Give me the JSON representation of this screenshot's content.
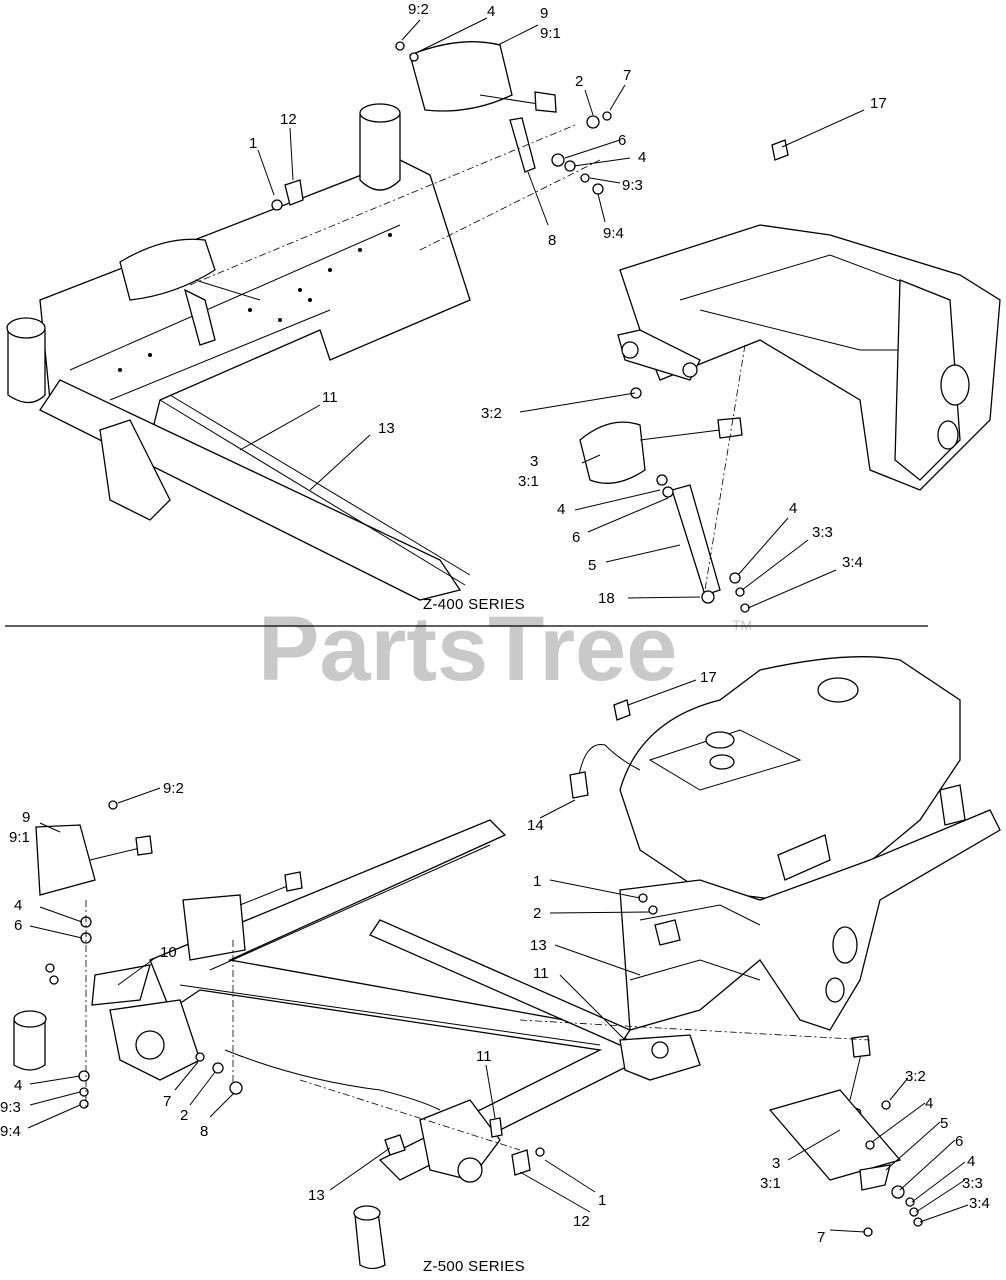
{
  "watermark": {
    "text": "PartsTree",
    "tm": "TM"
  },
  "sections": [
    {
      "caption": "Z-400 SERIES"
    },
    {
      "caption": "Z-500 SERIES"
    }
  ],
  "labels_top": {
    "l9_2": "9:2",
    "l4a": "4",
    "l9": "9",
    "l9_1": "9:1",
    "l2": "2",
    "l7": "7",
    "l6": "6",
    "l4b": "4",
    "l9_3": "9:3",
    "l9_4": "9:4",
    "l8": "8",
    "l1": "1",
    "l12": "12",
    "l17": "17",
    "l11": "11",
    "l13": "13",
    "l3_2": "3:2",
    "l3": "3",
    "l3_1": "3:1",
    "l4c": "4",
    "l6b": "6",
    "l5": "5",
    "l4d": "4",
    "l3_3": "3:3",
    "l3_4": "3:4",
    "l18": "18"
  },
  "labels_bottom": {
    "l17": "17",
    "l9_2": "9:2",
    "l9": "9",
    "l9_1": "9:1",
    "l4a": "4",
    "l6a": "6",
    "l10": "10",
    "l4b": "4",
    "l9_3": "9:3",
    "l9_4": "9:4",
    "l7a": "7",
    "l2a": "2",
    "l8": "8",
    "l14": "14",
    "l1a": "1",
    "l2b": "2",
    "l13a": "13",
    "l11a": "11",
    "l11b": "11",
    "l13b": "13",
    "l1b": "1",
    "l12": "12",
    "l3_2": "3:2",
    "l4c": "4",
    "l5": "5",
    "l3": "3",
    "l3_1": "3:1",
    "l6b": "6",
    "l4d": "4",
    "l3_3": "3:3",
    "l3_4": "3:4",
    "l7b": "7"
  }
}
